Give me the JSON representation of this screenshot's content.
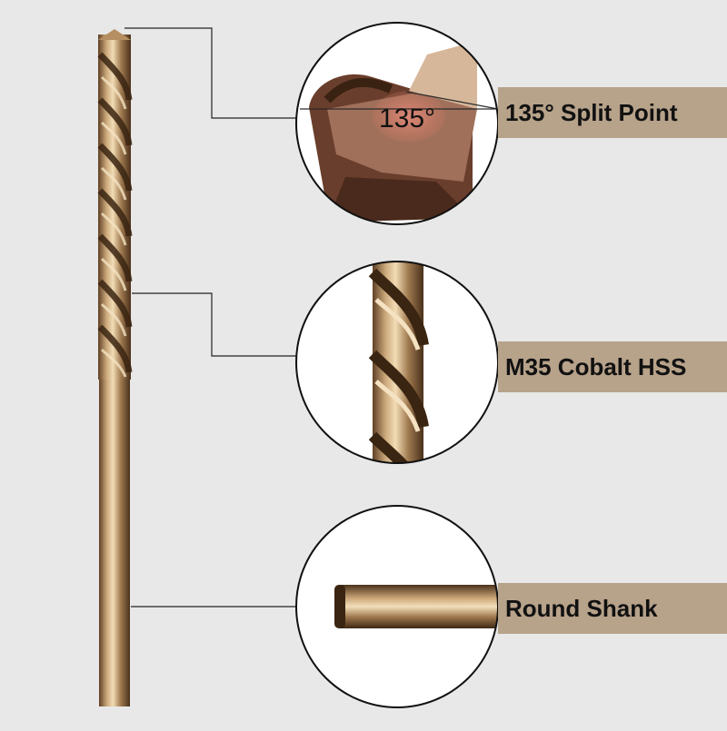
{
  "features": [
    {
      "label": "135° Split Point"
    },
    {
      "label": "M35 Cobalt HSS"
    },
    {
      "label": "Round Shank"
    }
  ],
  "tip_angle_text": "135°",
  "colors": {
    "background": "#e8e8e8",
    "label_band": "#b7a28a",
    "bronze_light": "#e3c79c",
    "bronze_dark": "#6b4a2a",
    "leader_line": "#222222"
  }
}
